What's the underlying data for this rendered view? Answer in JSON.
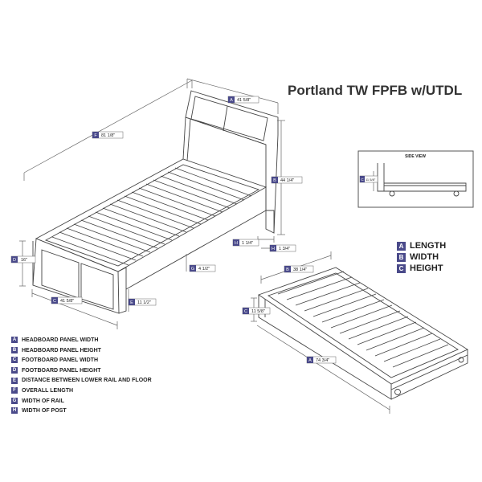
{
  "title": "Portland TW FPFB w/UTDL",
  "side_view_label": "SIDE VIEW",
  "dimension_legend": [
    {
      "key": "A",
      "label": "LENGTH"
    },
    {
      "key": "B",
      "label": "WIDTH"
    },
    {
      "key": "C",
      "label": "HEIGHT"
    }
  ],
  "part_legend": [
    {
      "key": "A",
      "label": "HEADBOARD PANEL WIDTH"
    },
    {
      "key": "B",
      "label": "HEADBOARD PANEL HEIGHT"
    },
    {
      "key": "C",
      "label": "FOOTBOARD PANEL WIDTH"
    },
    {
      "key": "D",
      "label": "FOOTBOARD PANEL HEIGHT"
    },
    {
      "key": "E",
      "label": "DISTANCE BETWEEN LOWER RAIL AND FLOOR"
    },
    {
      "key": "F",
      "label": "OVERALL LENGTH"
    },
    {
      "key": "G",
      "label": "WIDTH OF RAIL"
    },
    {
      "key": "H",
      "label": "WIDTH OF POST"
    }
  ],
  "dimensions": {
    "headboard_width": {
      "key": "A",
      "value": "41 5/8\""
    },
    "headboard_height": {
      "key": "B",
      "value": "44 1/4\""
    },
    "footboard_width": {
      "key": "C",
      "value": "41 5/8\""
    },
    "footboard_height": {
      "key": "D",
      "value": "16\""
    },
    "floor_clearance": {
      "key": "E",
      "value": "11 1/2\""
    },
    "overall_length": {
      "key": "F",
      "value": "81 1/8\""
    },
    "rail_width": {
      "key": "G",
      "value": "4 1/2\""
    },
    "post_width_a": {
      "key": "H",
      "value": "1 1/4\""
    },
    "post_width_b": {
      "key": "H",
      "value": "1 3/4\""
    },
    "trundle_width": {
      "key": "B",
      "value": "38 1/4\""
    },
    "trundle_height": {
      "key": "C",
      "value": "11 5/8\""
    },
    "trundle_length": {
      "key": "A",
      "value": "74 3/4\""
    },
    "side_view_height": {
      "key": "C",
      "value": "11 5/8\""
    }
  },
  "colors": {
    "accent": "#4a4a8a",
    "line": "#333333",
    "title": "#333333"
  }
}
